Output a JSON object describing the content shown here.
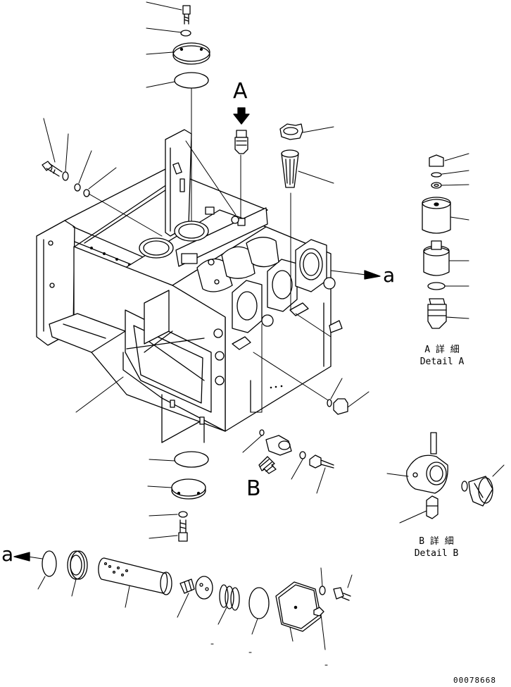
{
  "labels": {
    "view_a": "A",
    "view_b": "B",
    "ref_a_right": "a",
    "ref_a_left": "a"
  },
  "detail_a": {
    "jp": "A 詳 細",
    "en": "Detail A"
  },
  "detail_b": {
    "jp": "B 詳 細",
    "en": "Detail B"
  },
  "drawing_code": "00078668"
}
